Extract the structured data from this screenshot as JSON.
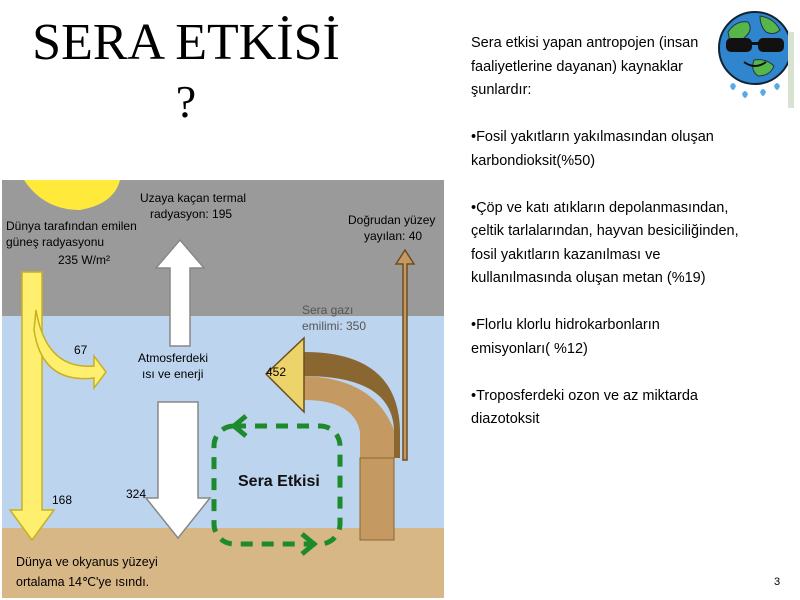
{
  "slide": {
    "title_line1": "SERA ETKİSİ",
    "title_line2": "?",
    "page_number": "3"
  },
  "text_block": {
    "intro": "Sera etkisi yapan antropojen (insan faaliyetlerine dayanan) kaynaklar şunlardır:",
    "bullets": [
      "•Fosil yakıtların yakılmasından oluşan karbondioksit(%50)",
      "•Çöp ve katı atıkların depolanmasından, çeltik tarlalarından, hayvan besiciliğinden, fosil yakıtların kazanılması ve kullanılmasında oluşan metan (%19)",
      "•Florlu klorlu hidrokarbonların emisyonları( %12)",
      "•Troposferdeki ozon ve az miktarda diazotoksit"
    ]
  },
  "diagram": {
    "colors": {
      "space": "#9a9a9a",
      "atmosphere": "#bcd4ee",
      "ground": "#d8b787",
      "sun": "#ffe93a",
      "solar_arrow": "#fef06e",
      "green_dash": "#1d8a2c",
      "pipe_dark": "#8a6631",
      "pipe_light": "#c59a62"
    },
    "labels": {
      "solar_1": "Dünya tarafından emilen",
      "solar_2": "güneş radyasyonu",
      "solar_3": "235 W/m²",
      "escape_1": "Uzaya kaçan termal",
      "escape_2": "radyasyon: 195",
      "direct_1": "Doğrudan yüzey",
      "direct_2": "yayılan: 40",
      "emission_1": "Sera gazı",
      "emission_2": "emilimi: 350",
      "atmos_1": "Atmosferdeki",
      "atmos_2": "ısı ve enerji",
      "v67": "67",
      "v452": "452",
      "v324": "324",
      "v168": "168",
      "sera": "Sera Etkisi",
      "ground_1": "Dünya ve okyanus yüzeyi",
      "ground_2": "ortalama 14℃'ye ısındı."
    }
  }
}
